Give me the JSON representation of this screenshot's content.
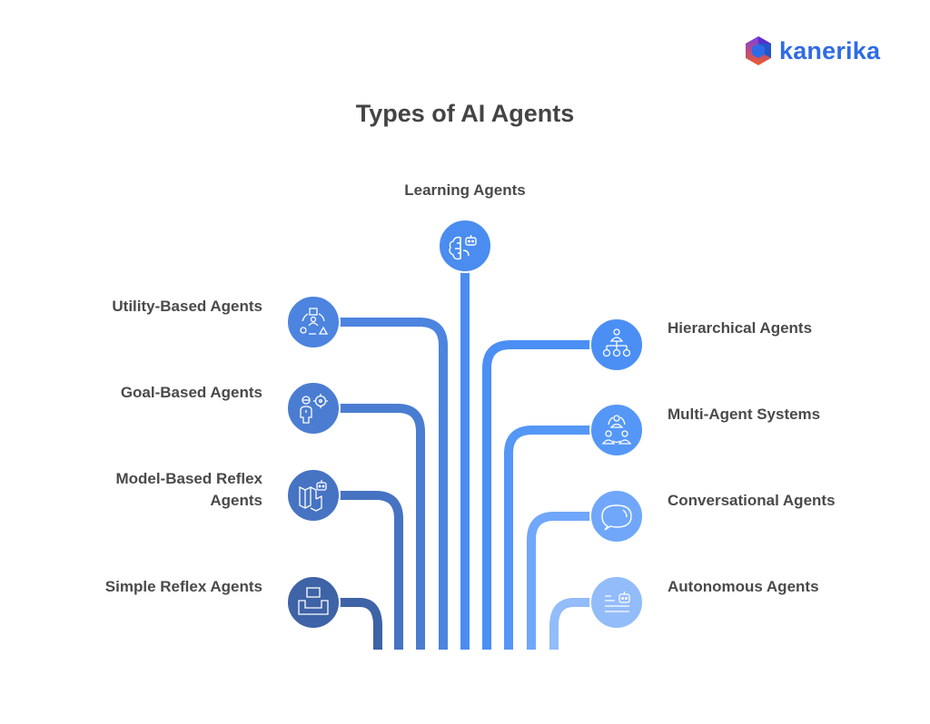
{
  "brand": {
    "name": "kanerika",
    "icon": "kanerika-cube-logo",
    "color": "#2F6BE6"
  },
  "title": "Types of AI Agents",
  "center_node": {
    "label": "Learning Agents",
    "icon": "brain-robot-icon",
    "color": "#4A8CF0"
  },
  "left_nodes": [
    {
      "label": "Utility-Based Agents",
      "icon": "utility-shapes-person-icon",
      "color": "#4C84DF"
    },
    {
      "label": "Goal-Based Agents",
      "icon": "person-target-icon",
      "color": "#4A7DD1"
    },
    {
      "label_line1": "Model-Based Reflex",
      "label_line2": "Agents",
      "icon": "map-robot-icon",
      "color": "#4673C2"
    },
    {
      "label": "Simple Reflex Agents",
      "icon": "tray-box-icon",
      "color": "#3E63A6"
    }
  ],
  "right_nodes": [
    {
      "label": "Hierarchical Agents",
      "icon": "org-hierarchy-icon",
      "color": "#4B8FF5"
    },
    {
      "label": "Multi-Agent Systems",
      "icon": "multi-people-icon",
      "color": "#5597F7"
    },
    {
      "label": "Conversational Agents",
      "icon": "speech-bubble-icon",
      "color": "#70A7FA"
    },
    {
      "label": "Autonomous Agents",
      "icon": "document-robot-icon",
      "color": "#93BCFA"
    }
  ],
  "text_color": "#4A4A4A",
  "title_color": "#444444"
}
